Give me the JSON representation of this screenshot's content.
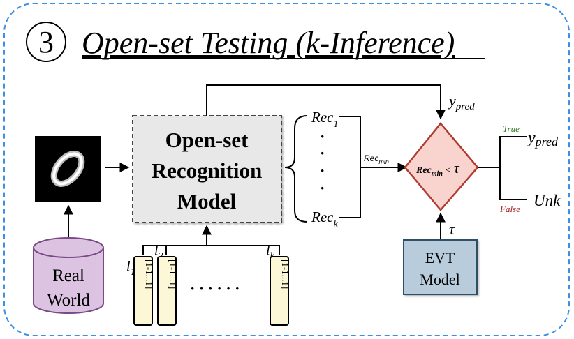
{
  "step_number": "3",
  "title": "Open-set Testing (k-Inference)",
  "input_image": {
    "icon": "handwritten-zero-digit"
  },
  "database": {
    "line1": "Real",
    "line2": "World"
  },
  "model": {
    "line1": "Open-set",
    "line2": "Recognition",
    "line3": "Model"
  },
  "rec_list": {
    "first": "Rec",
    "first_sub": "1",
    "last": "Rec",
    "last_sub": "k",
    "dots": "·"
  },
  "rec_min_label": {
    "main": "Rec",
    "sub": "min"
  },
  "decision": {
    "main": "Rec",
    "sub": "min",
    "op": "<",
    "tau": "τ"
  },
  "y_pred_top": {
    "main": "y",
    "sub": "pred"
  },
  "branch_true": {
    "label": "True",
    "color": "#2e7d1f"
  },
  "branch_false": {
    "label": "False",
    "color": "#a32020"
  },
  "output_true": {
    "main": "y",
    "sub": "pred"
  },
  "output_false": "Unk",
  "tau_label": "τ",
  "evt": {
    "line1": "EVT",
    "line2": "Model"
  },
  "label_vectors": {
    "l1": {
      "main": "l",
      "sub": "1"
    },
    "l2": {
      "main": "l",
      "sub": "2"
    },
    "lk": {
      "main": "l",
      "sub": "k"
    },
    "vector_text": "[1-1...1]",
    "ellipsis": "· · · · · ·"
  },
  "colors": {
    "frame": "#3d8fe0",
    "model_fill": "#e8e8e8",
    "diamond_fill": "#f9d3cd",
    "diamond_stroke": "#b03a2e",
    "db_fill": "#dcc3e2",
    "db_stroke": "#7a4a86",
    "evt_fill": "#b8ccdb",
    "evt_stroke": "#2f4f66",
    "vector_fill": "#fbf7d7"
  }
}
